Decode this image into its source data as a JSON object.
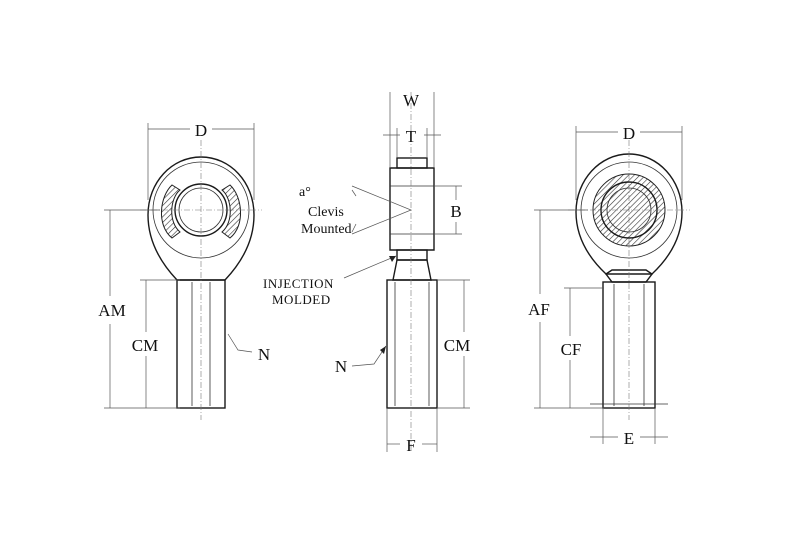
{
  "labels": {
    "left_d": "D",
    "left_am": "AM",
    "left_cm": "CM",
    "left_n": "N",
    "mid_w": "W",
    "mid_t": "T",
    "mid_b": "B",
    "mid_a": "a°",
    "mid_clevis_1": "Clevis",
    "mid_clevis_2": "Mounted",
    "mid_injection_1": "INJECTION",
    "mid_injection_2": "MOLDED",
    "mid_n": "N",
    "mid_cm": "CM",
    "mid_f": "F",
    "right_d": "D",
    "right_af": "AF",
    "right_cf": "CF",
    "right_e": "E"
  }
}
